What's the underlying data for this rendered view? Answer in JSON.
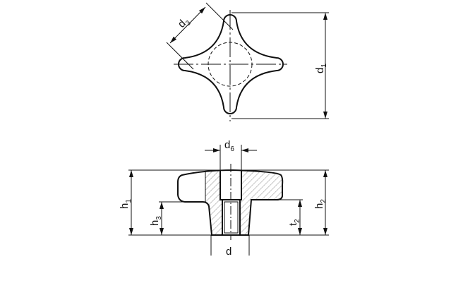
{
  "labels": {
    "d3": {
      "main": "d",
      "sub": "3"
    },
    "d1": {
      "main": "d",
      "sub": "1"
    },
    "d6": {
      "main": "d",
      "sub": "6"
    },
    "h1": {
      "main": "h",
      "sub": "1"
    },
    "h2": {
      "main": "h",
      "sub": "2"
    },
    "h3": {
      "main": "h",
      "sub": "3"
    },
    "t2": {
      "main": "t",
      "sub": "2"
    },
    "bottom": {
      "main": "d",
      "sub": ""
    }
  }
}
